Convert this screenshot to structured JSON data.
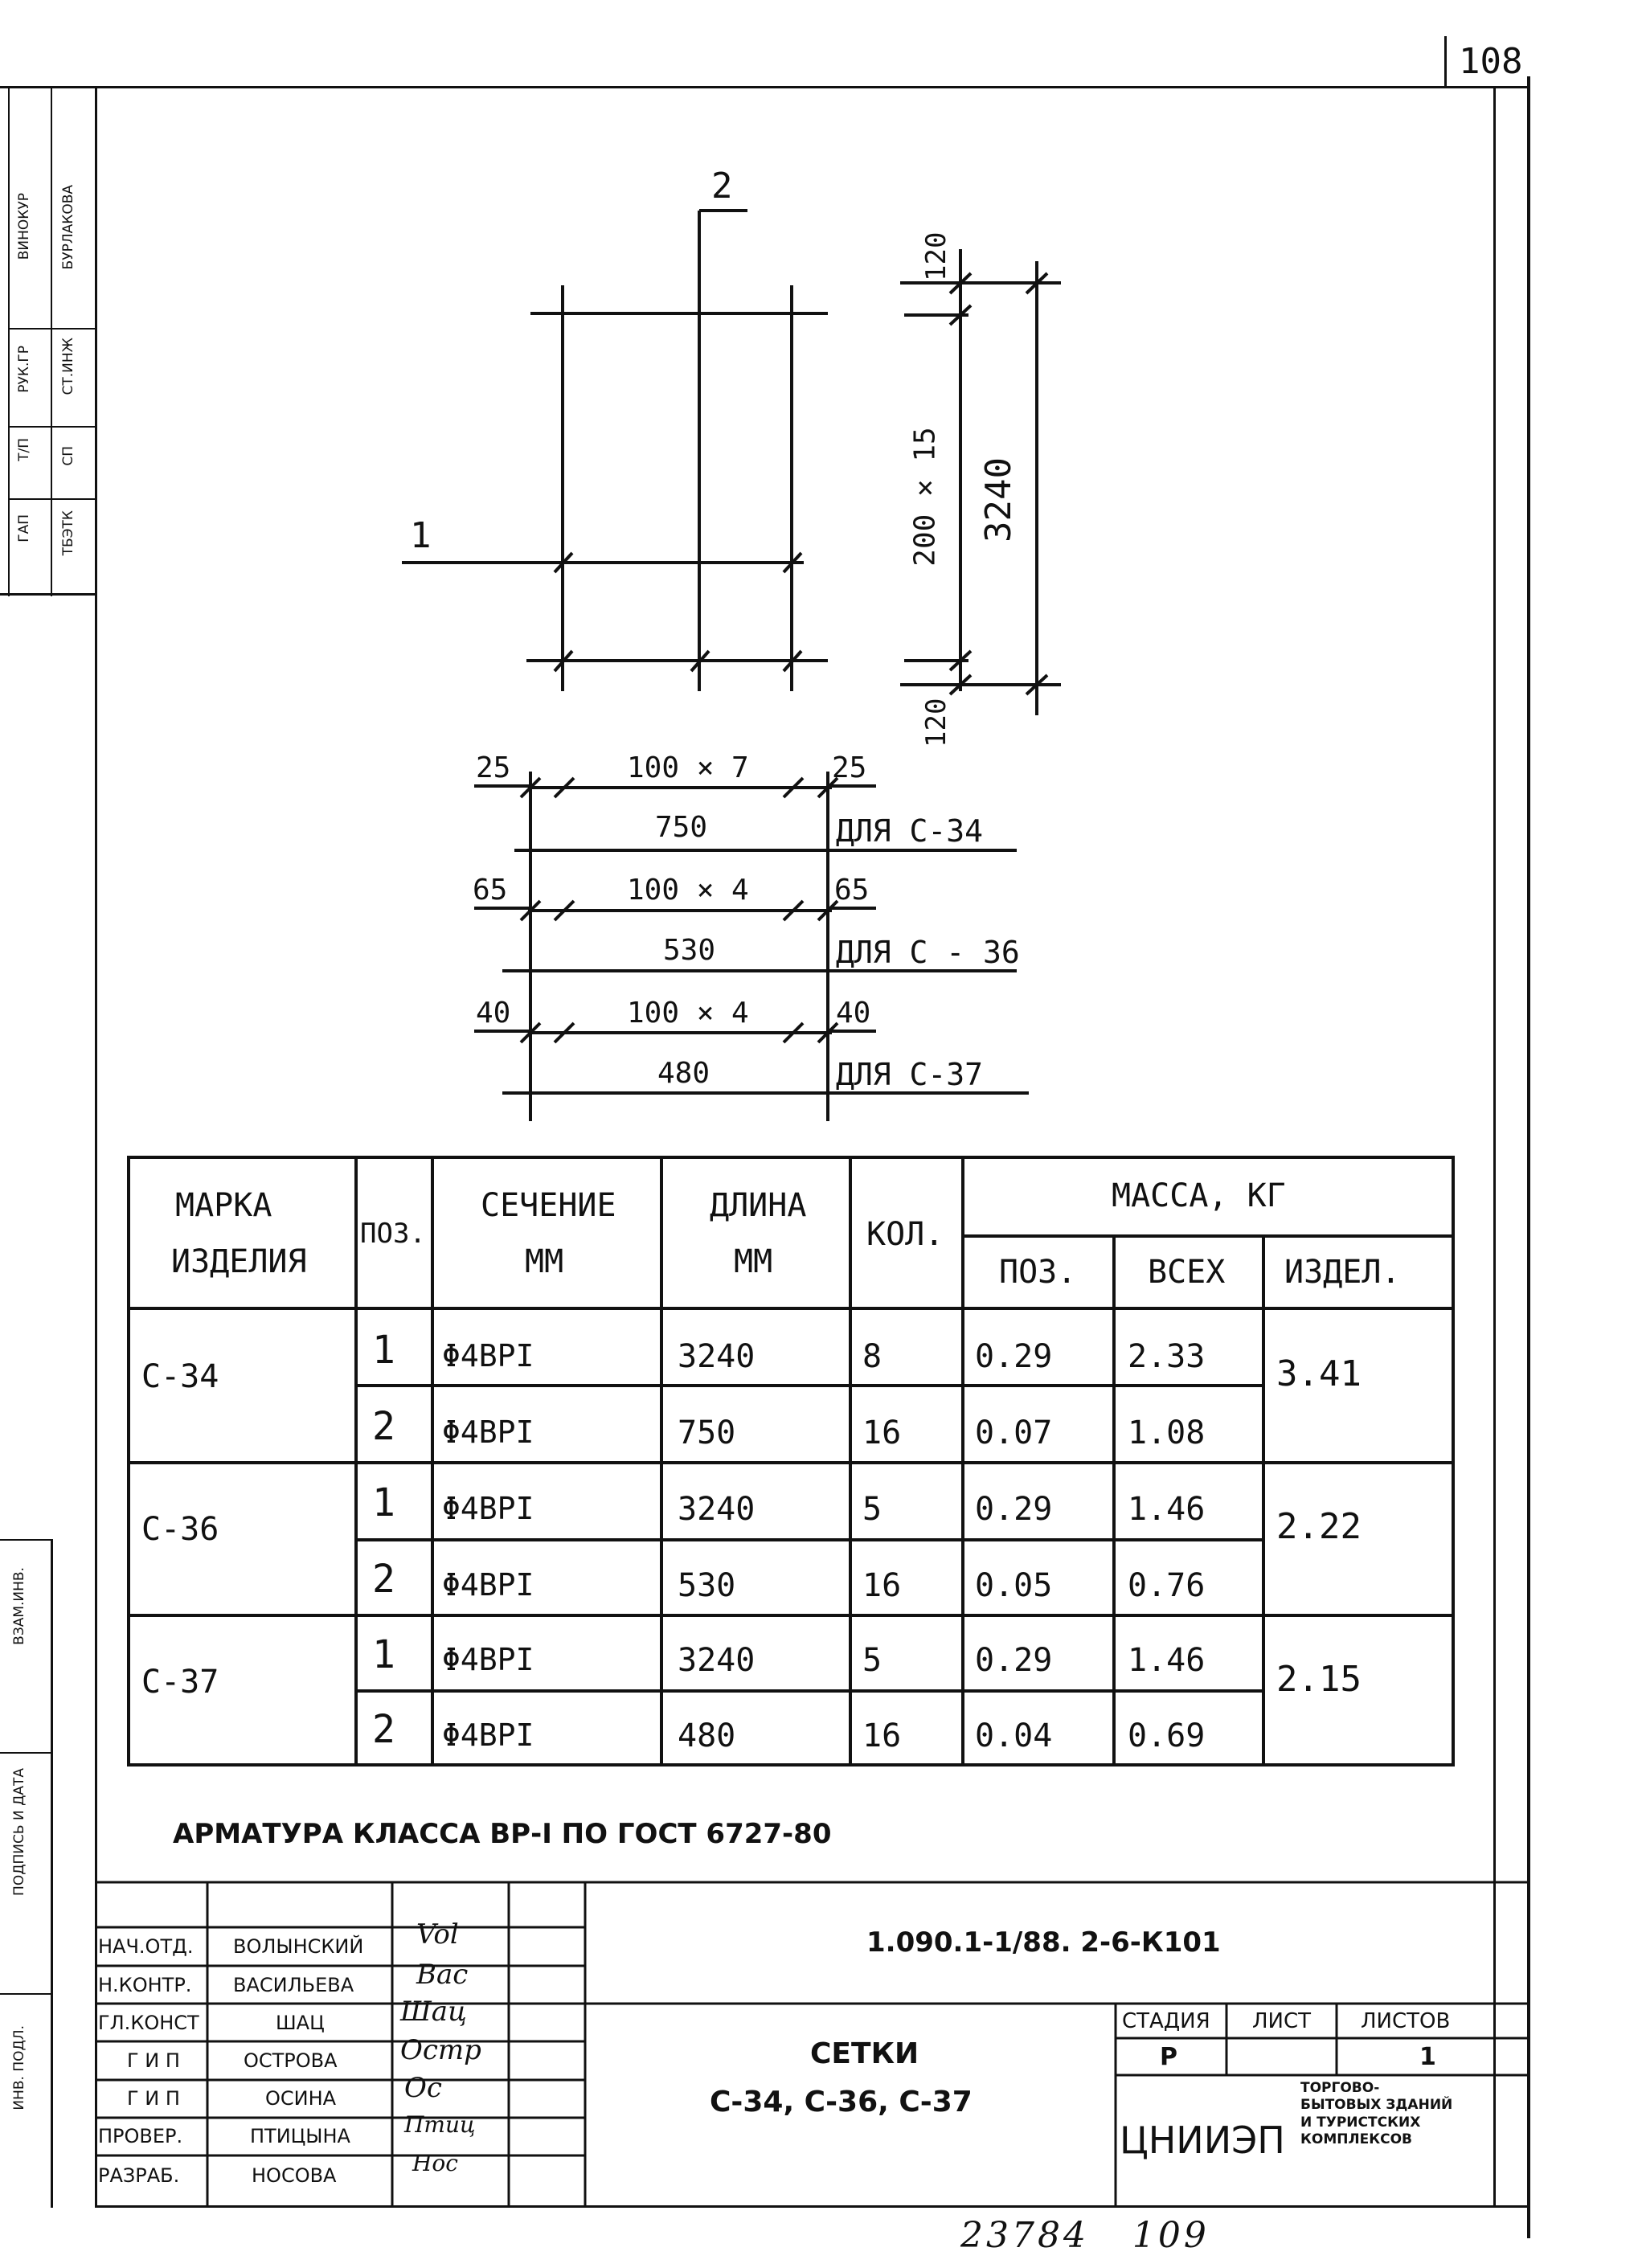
{
  "page_number": "108",
  "left_strip": {
    "col1": [
      "ВИНОКУР",
      "РУК.ГР",
      "Т/П",
      "ГАП"
    ],
    "col2": [
      "БУРЛАКОВА",
      "СТ.ИНЖ",
      "СП",
      "ТБЭТК"
    ],
    "bottom_labels": [
      "ВЗАМ.ИНВ.",
      "ПОДПИСЬ И ДАТА",
      "ИНВ. ПОДЛ."
    ]
  },
  "drawing": {
    "pos_2": "2",
    "pos_1": "1",
    "dim_top": "120",
    "dim_bottom": "120",
    "dim_middle": "200 × 15",
    "dim_total": "3240",
    "rows": [
      {
        "left": "25",
        "mid": "100 × 7",
        "right": "25",
        "total": "750",
        "label": "ДЛЯ С-34"
      },
      {
        "left": "65",
        "mid": "100 × 4",
        "right": "65",
        "total": "530",
        "label": "ДЛЯ С - 36"
      },
      {
        "left": "40",
        "mid": "100 × 4",
        "right": "40",
        "total": "480",
        "label": "ДЛЯ С-37"
      }
    ]
  },
  "spec_table": {
    "headers": {
      "mark_line1": "МАРКА",
      "mark_line2": "ИЗДЕЛИЯ",
      "pos": "ПОЗ.",
      "section_line1": "СЕЧЕНИЕ",
      "section_line2": "ММ",
      "length_line1": "ДЛИНА",
      "length_line2": "ММ",
      "qty": "КОЛ.",
      "mass": "МАССА, КГ",
      "mass_pos": "ПОЗ.",
      "mass_all": "ВСЕХ",
      "mass_item": "ИЗДЕЛ."
    },
    "groups": [
      {
        "mark": "С-34",
        "item_mass": "3.41",
        "rows": [
          {
            "pos": "1",
            "section": "Φ4ВРI",
            "length": "3240",
            "qty": "8",
            "mass_pos": "0.29",
            "mass_all": "2.33"
          },
          {
            "pos": "2",
            "section": "Φ4ВРI",
            "length": "750",
            "qty": "16",
            "mass_pos": "0.07",
            "mass_all": "1.08"
          }
        ]
      },
      {
        "mark": "С-36",
        "item_mass": "2.22",
        "rows": [
          {
            "pos": "1",
            "section": "Φ4ВРI",
            "length": "3240",
            "qty": "5",
            "mass_pos": "0.29",
            "mass_all": "1.46"
          },
          {
            "pos": "2",
            "section": "Φ4ВРI",
            "length": "530",
            "qty": "16",
            "mass_pos": "0.05",
            "mass_all": "0.76"
          }
        ]
      },
      {
        "mark": "С-37",
        "item_mass": "2.15",
        "rows": [
          {
            "pos": "1",
            "section": "Φ4ВРI",
            "length": "3240",
            "qty": "5",
            "mass_pos": "0.29",
            "mass_all": "1.46"
          },
          {
            "pos": "2",
            "section": "Φ4ВРI",
            "length": "480",
            "qty": "16",
            "mass_pos": "0.04",
            "mass_all": "0.69"
          }
        ]
      }
    ]
  },
  "note": "АРМАТУРА КЛАССА ВР-I ПО ГОСТ 6727-80",
  "title_block": {
    "code": "1.090.1-1/88. 2-6-К101",
    "people": [
      {
        "role": "НАЧ.ОТД.",
        "name": "ВОЛЫНСКИЙ",
        "sig": "Vol"
      },
      {
        "role": "Н.КОНТР.",
        "name": "ВАСИЛЬЕВА",
        "sig": "Bac"
      },
      {
        "role": "ГЛ.КОНСТ",
        "name": "ШАЦ",
        "sig": "Шац"
      },
      {
        "role": "Г И П",
        "name": "ОСТРОВА",
        "sig": "Остр"
      },
      {
        "role": "Г И П",
        "name": "ОСИНА",
        "sig": "Ос"
      },
      {
        "role": "ПРОВЕР.",
        "name": "ПТИЦЫНА",
        "sig": "Птиц"
      },
      {
        "role": "РАЗРАБ.",
        "name": "НОСОВА",
        "sig": "Нос"
      }
    ],
    "title_line1": "СЕТКИ",
    "title_line2": "С-34, С-36, С-37",
    "stage_label": "СТАДИЯ",
    "sheet_label": "ЛИСТ",
    "sheets_label": "ЛИСТОВ",
    "stage": "Р",
    "sheet": "",
    "sheets": "1",
    "org": "ЦНИИЭП",
    "org_sub": "ТОРГОВО-БЫТОВЫХ ЗДАНИЙ И ТУРИСТСКИХ КОМПЛЕКСОВ"
  },
  "footer_handwritten": "23784   109"
}
